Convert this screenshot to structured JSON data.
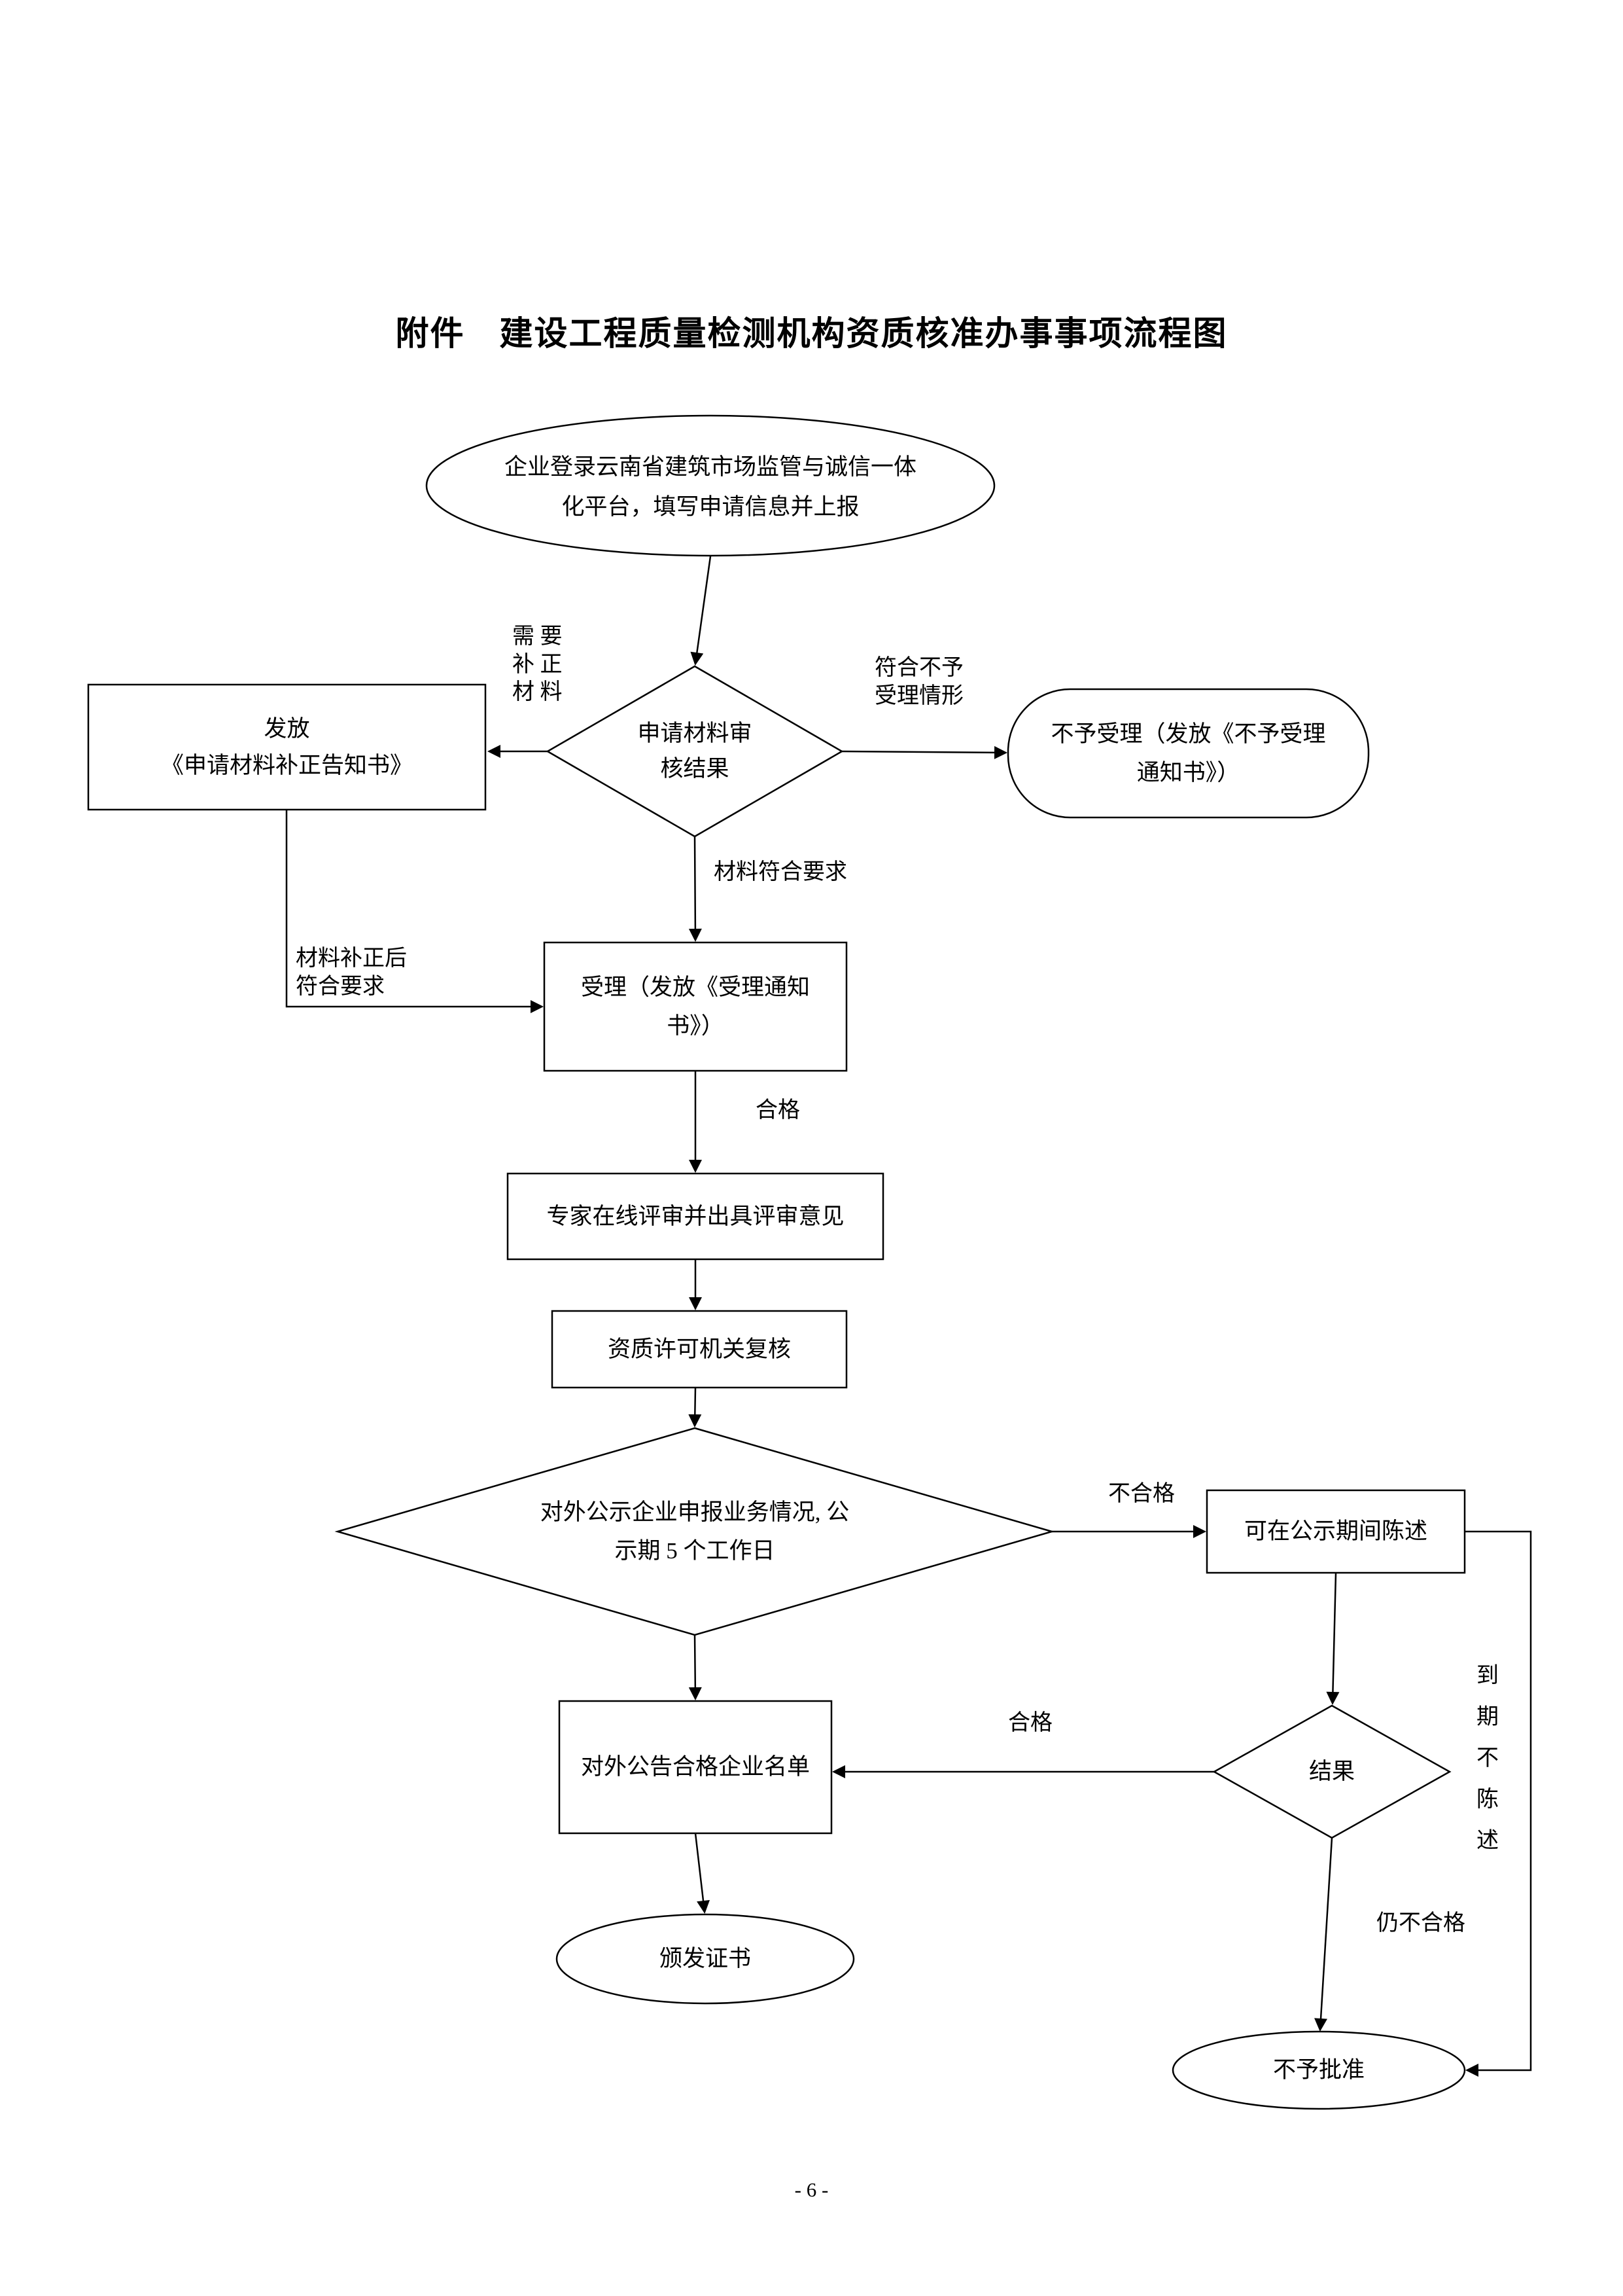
{
  "page": {
    "title": "附件　建设工程质量检测机构资质核准办事事项流程图",
    "page_number": "- 6 -"
  },
  "nodes": {
    "start": {
      "text": "企业登录云南省建筑市场监管与诚信一体\n化平台，填写申请信息并上报"
    },
    "decision": {
      "text": "申请材料审\n核结果"
    },
    "correction": {
      "text": "发放\n《申请材料补正告知书》"
    },
    "reject": {
      "text": "不予受理（发放《不予受理\n通知书》）"
    },
    "accept": {
      "text": "受理（发放《受理通知\n书》）"
    },
    "expert": {
      "text": "专家在线评审并出具评审意见"
    },
    "recheck": {
      "text": "资质许可机关复核"
    },
    "publicity": {
      "text": "对外公示企业申报业务情况, 公\n示期 5 个工作日"
    },
    "statement": {
      "text": "可在公示期间陈述"
    },
    "announce": {
      "text": "对外公告合格企业名单"
    },
    "result": {
      "text": "结果"
    },
    "certificate": {
      "text": "颁发证书"
    },
    "disapprove": {
      "text": "不予批准"
    }
  },
  "labels": {
    "need_correction": "需 要\n补 正\n材 料",
    "not_accept_case": "符合不予\n受理情形",
    "material_ok": "材料符合要求",
    "after_correction": "材料补正后\n符合要求",
    "qualified_accept": "合格",
    "unqualified": "不合格",
    "qualified_result": "合格",
    "expire_no_statement": "到\n期\n不\n陈\n述",
    "still_unqualified": "仍不合格"
  }
}
